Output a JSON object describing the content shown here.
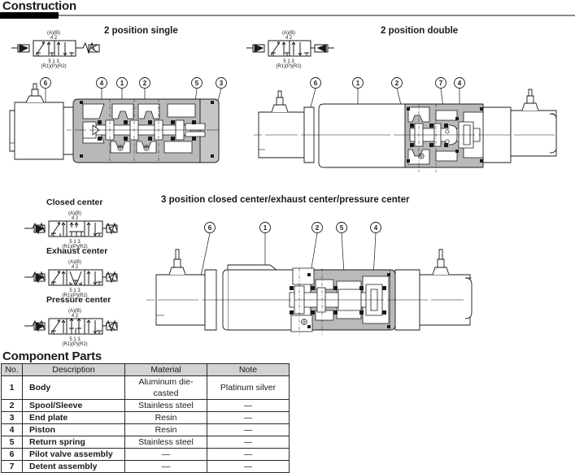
{
  "page": {
    "construction_title": "Construction",
    "component_title": "Component Parts"
  },
  "headings": {
    "two_pos_single": "2 position single",
    "two_pos_double": "2 position double",
    "three_pos": "3 position closed center/exhaust center/pressure center",
    "closed_center": "Closed center",
    "exhaust_center": "Exhaust center",
    "pressure_center": "Pressure center"
  },
  "symbol_ports": {
    "top_names": "(A)(B)",
    "top_numbers": "4  2",
    "bottom_numbers": "5  1  3",
    "bottom_names": "(R1)(P)(R2)"
  },
  "callouts": {
    "two_pos_single": [
      "6",
      "4",
      "1",
      "2",
      "5",
      "3"
    ],
    "two_pos_double": [
      "6",
      "1",
      "2",
      "7",
      "4"
    ],
    "three_pos": [
      "6",
      "1",
      "2",
      "5",
      "4"
    ]
  },
  "table": {
    "headers": [
      "No.",
      "Description",
      "Material",
      "Note"
    ],
    "rows": [
      {
        "no": "1",
        "description": "Body",
        "material": "Aluminum die-casted",
        "note": "Platinum silver"
      },
      {
        "no": "2",
        "description": "Spool/Sleeve",
        "material": "Stainless steel",
        "note": "—"
      },
      {
        "no": "3",
        "description": "End plate",
        "material": "Resin",
        "note": "—"
      },
      {
        "no": "4",
        "description": "Piston",
        "material": "Resin",
        "note": "—"
      },
      {
        "no": "5",
        "description": "Return spring",
        "material": "Stainless steel",
        "note": "—"
      },
      {
        "no": "6",
        "description": "Pilot valve assembly",
        "material": "—",
        "note": "—"
      },
      {
        "no": "7",
        "description": "Detent assembly",
        "material": "—",
        "note": "—"
      }
    ]
  },
  "colors": {
    "body_shade": "#b9b9b9",
    "rule_gray": "#8a8a8a",
    "header_fill": "#d2d2d2",
    "line": "#1a1a1a"
  }
}
